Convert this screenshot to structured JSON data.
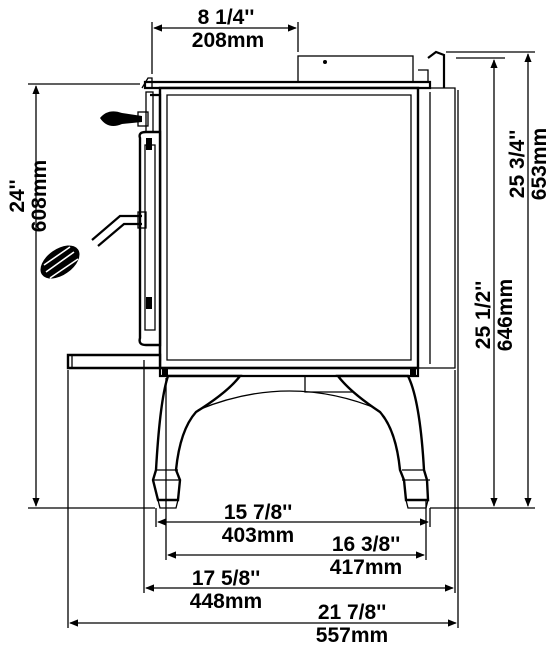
{
  "dimensions": {
    "top_depth": {
      "imperial": "8 1/4''",
      "metric": "208mm"
    },
    "left_height": {
      "imperial": "24''",
      "metric": "608mm"
    },
    "right_outer_height": {
      "imperial": "25 3/4''",
      "metric": "653mm"
    },
    "right_inner_height": {
      "imperial": "25 1/2''",
      "metric": "646mm"
    },
    "legs_width": {
      "imperial": "15 7/8''",
      "metric": "403mm"
    },
    "body_width": {
      "imperial": "16 3/8''",
      "metric": "417mm"
    },
    "base_width": {
      "imperial": "17 5/8''",
      "metric": "448mm"
    },
    "overall_width": {
      "imperial": "21 7/8''",
      "metric": "557mm"
    }
  },
  "colors": {
    "line": "#000000",
    "background": "#ffffff"
  }
}
